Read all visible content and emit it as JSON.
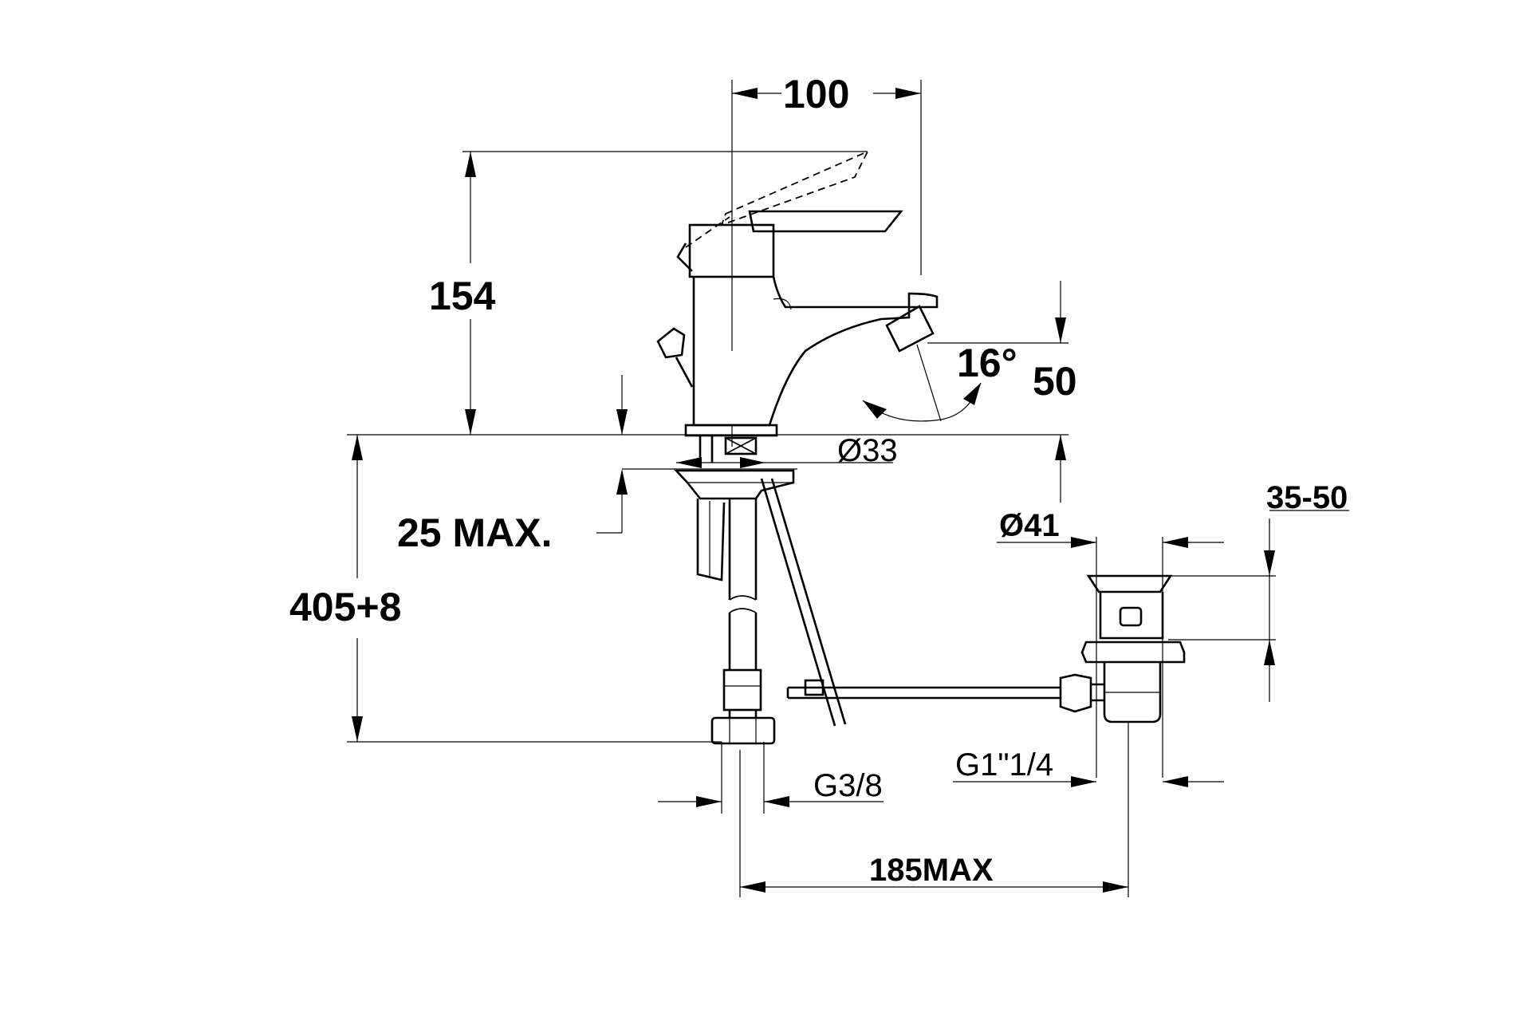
{
  "drawing": {
    "dimensions": {
      "spout_reach": "100",
      "total_height": "154",
      "spout_angle": "16°",
      "spout_height": "50",
      "hole_diameter": "Ø33",
      "max_deck_thickness": "25 MAX.",
      "supply_length": "405+8",
      "waste_diameter": "Ø41",
      "waste_deck_range": "35-50",
      "supply_thread": "G3/8",
      "waste_thread": "G1\"1/4",
      "max_center_distance": "185MAX"
    }
  }
}
